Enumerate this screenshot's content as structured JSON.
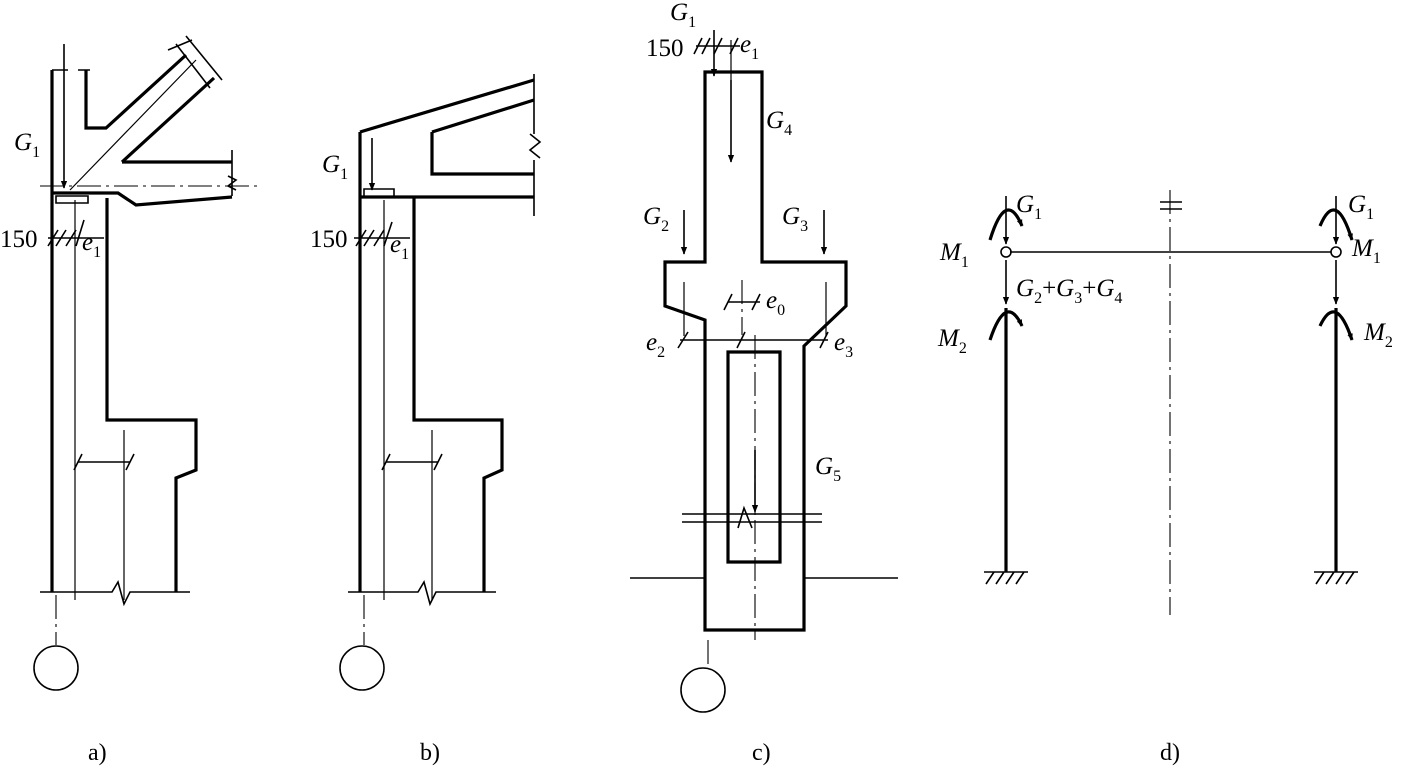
{
  "panels": {
    "a": {
      "caption": "a)",
      "load": {
        "letter": "G",
        "sub": "1"
      },
      "dim_value": "150",
      "ecc": {
        "letter": "e",
        "sub": "1"
      }
    },
    "b": {
      "caption": "b)",
      "load": {
        "letter": "G",
        "sub": "1"
      },
      "dim_value": "150",
      "ecc": {
        "letter": "e",
        "sub": "1"
      }
    },
    "c": {
      "caption": "c)",
      "g1": {
        "letter": "G",
        "sub": "1"
      },
      "dim_value": "150",
      "e1": {
        "letter": "e",
        "sub": "1"
      },
      "g4": {
        "letter": "G",
        "sub": "4"
      },
      "g2": {
        "letter": "G",
        "sub": "2"
      },
      "g3": {
        "letter": "G",
        "sub": "3"
      },
      "e0": {
        "letter": "e",
        "sub": "0"
      },
      "e2": {
        "letter": "e",
        "sub": "2"
      },
      "e3": {
        "letter": "e",
        "sub": "3"
      },
      "g5": {
        "letter": "G",
        "sub": "5"
      }
    },
    "d": {
      "caption": "d)",
      "g1_left": {
        "letter": "G",
        "sub": "1"
      },
      "g1_right": {
        "letter": "G",
        "sub": "1"
      },
      "m1_left": {
        "letter": "M",
        "sub": "1"
      },
      "m1_right": {
        "letter": "M",
        "sub": "1"
      },
      "m2_left": {
        "letter": "M",
        "sub": "2"
      },
      "m2_right": {
        "letter": "M",
        "sub": "2"
      },
      "combined": {
        "g2": "G",
        "s2": "2",
        "plus1": "+",
        "g3": "G",
        "s3": "3",
        "plus2": "+",
        "g4": "G",
        "s4": "4"
      }
    }
  }
}
